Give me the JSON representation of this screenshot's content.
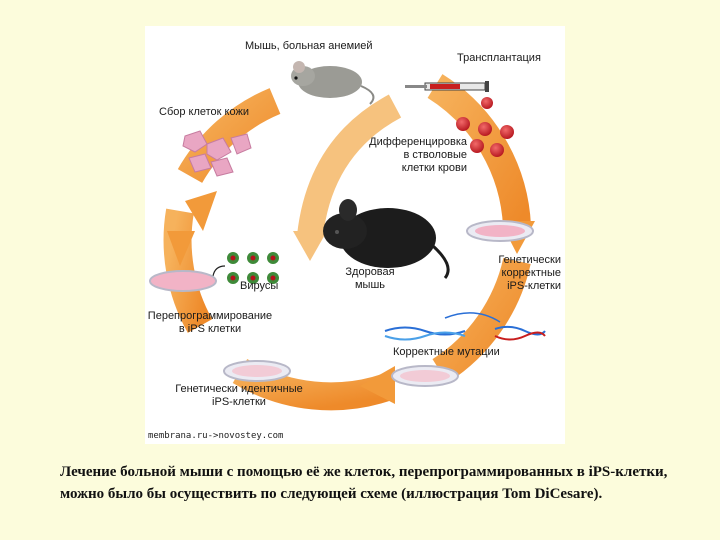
{
  "figure": {
    "labels": {
      "sick_mouse": "Мышь, больная анемией",
      "transplantation": "Трансплантация",
      "skin_cells": "Сбор клеток кожи",
      "differentiation": "Дифференцировка\nв стволовые\nклетки крови",
      "viruses": "Вирусы",
      "healthy_mouse": "Здоровая\nмышь",
      "corrected_ips": "Генетически\nкорректные\niPS-клетки",
      "reprogramming": "Перепрограммирование\nв iPS клетки",
      "correct_mutations": "Корректные мутации",
      "identical_ips": "Генетически идентичные\niPS-клетки"
    },
    "credit": "membrana.ru->novostey.com"
  },
  "caption": "Лечение больной мыши с помощью её же клеток, перепрограммированных в iPS-клетки, можно было бы осуществить по следующей схеме (иллюстрация Tom DiCesare).",
  "colors": {
    "background": "#fcfcdc",
    "arrow_orange": "#f29a3a",
    "blood_cell_red": "#cc1c22",
    "skin_cell_pink": "#e9a6c3",
    "dish_fill": "#f2b3c6"
  }
}
